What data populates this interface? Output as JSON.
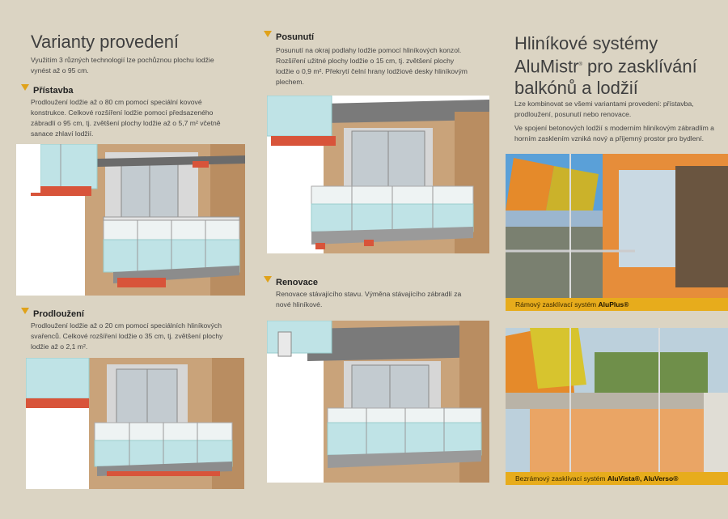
{
  "left": {
    "title": "Varianty provedení",
    "intro": "Využitím 3 různých technologií lze pochůznou plochu lodžie vynést až o 95 cm.",
    "pristavba": {
      "heading": "Přístavba",
      "text": "Prodloužení lodžie až o 80 cm pomocí speciální kovové konstrukce. Celkové rozšíření lodžie pomocí předsazeného zábradlí o 95 cm, tj. zvětšení plochy lodžie až o 5,7 m² včetně sanace zhlaví lodžií."
    },
    "prodlouzeni": {
      "heading": "Prodloužení",
      "text": "Prodloužení lodžie až o 20 cm pomocí speciálních hliníkových svařenců. Celkové rozšíření lodžie o 35 cm, tj. zvětšení plochy lodžie až o 2,1 m²."
    }
  },
  "middle": {
    "posunuti": {
      "heading": "Posunutí",
      "text": "Posunutí na okraj podlahy lodžie pomocí hliníkových konzol. Rozšíření užitné plochy lodžie o 15 cm, tj. zvětšení plochy lodžie o 0,9 m². Překrytí čelní hrany lodžiové desky hliníkovým plechem."
    },
    "renovace": {
      "heading": "Renovace",
      "text": "Renovace stávajícího stavu. Výměna stávajícího zábradlí za nové hliníkové."
    }
  },
  "right": {
    "title_line1": "Hliníkové systémy",
    "title_line2_a": "AluMistr",
    "title_line2_sup": "®",
    "title_line2_b": " pro zasklívání",
    "title_line3": "balkónů a lodžií",
    "para1": "Lze kombinovat se všemi variantami provedení: přístavba, prodloužení, posunutí nebo renovace.",
    "para2": "Ve spojení betonových lodžií s moderním hliníkovým zábradlím a horním zasklením vzniká nový a příjemný prostor pro bydlení.",
    "caption1_pre": "Rámový zasklívací systém ",
    "caption1_bold": "AluPlus®",
    "caption2_pre": "Bezrámový zasklívací systém ",
    "caption2_bold": "AluVista®, AluVerso®"
  },
  "colors": {
    "accent": "#e7ac1c",
    "background": "#dbd4c3",
    "steel": "#d8543a",
    "glass": "#bfe3e6"
  }
}
